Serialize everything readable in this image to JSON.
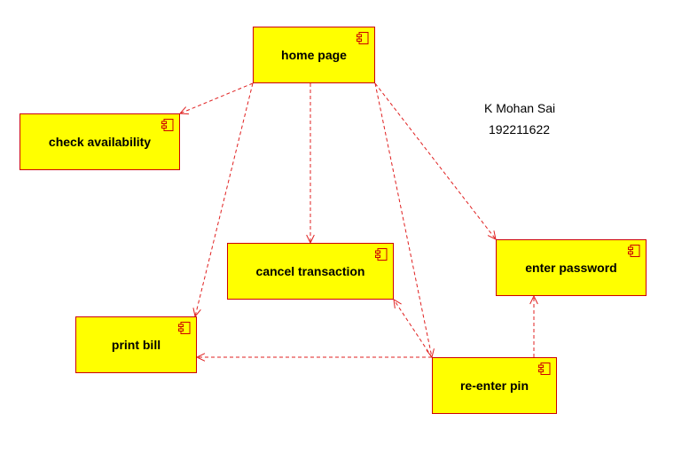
{
  "diagram": {
    "nodes": {
      "home_page": {
        "label": "home page"
      },
      "check_availability": {
        "label": "check availability"
      },
      "cancel_transaction": {
        "label": "cancel transaction"
      },
      "enter_password": {
        "label": "enter password"
      },
      "print_bill": {
        "label": "print bill"
      },
      "reenter_pin": {
        "label": "re-enter pin"
      }
    },
    "edges": [
      {
        "from": "home_page",
        "to": "check_availability",
        "style": "dashed-arrow"
      },
      {
        "from": "home_page",
        "to": "cancel_transaction",
        "style": "dashed-arrow"
      },
      {
        "from": "home_page",
        "to": "print_bill",
        "style": "dashed-arrow"
      },
      {
        "from": "home_page",
        "to": "enter_password",
        "style": "dashed-arrow"
      },
      {
        "from": "home_page",
        "to": "reenter_pin",
        "style": "dashed-arrow"
      },
      {
        "from": "reenter_pin",
        "to": "print_bill",
        "style": "dashed-arrow"
      },
      {
        "from": "reenter_pin",
        "to": "cancel_transaction",
        "style": "dashed-arrow"
      },
      {
        "from": "reenter_pin",
        "to": "enter_password",
        "style": "dashed-arrow"
      }
    ],
    "colors": {
      "box_fill": "#ffff00",
      "box_border": "#cc0000",
      "edge": "#e02020",
      "text": "#000000"
    },
    "icon": "component-icon"
  },
  "author": {
    "name": "K Mohan Sai",
    "id": "192211622"
  }
}
